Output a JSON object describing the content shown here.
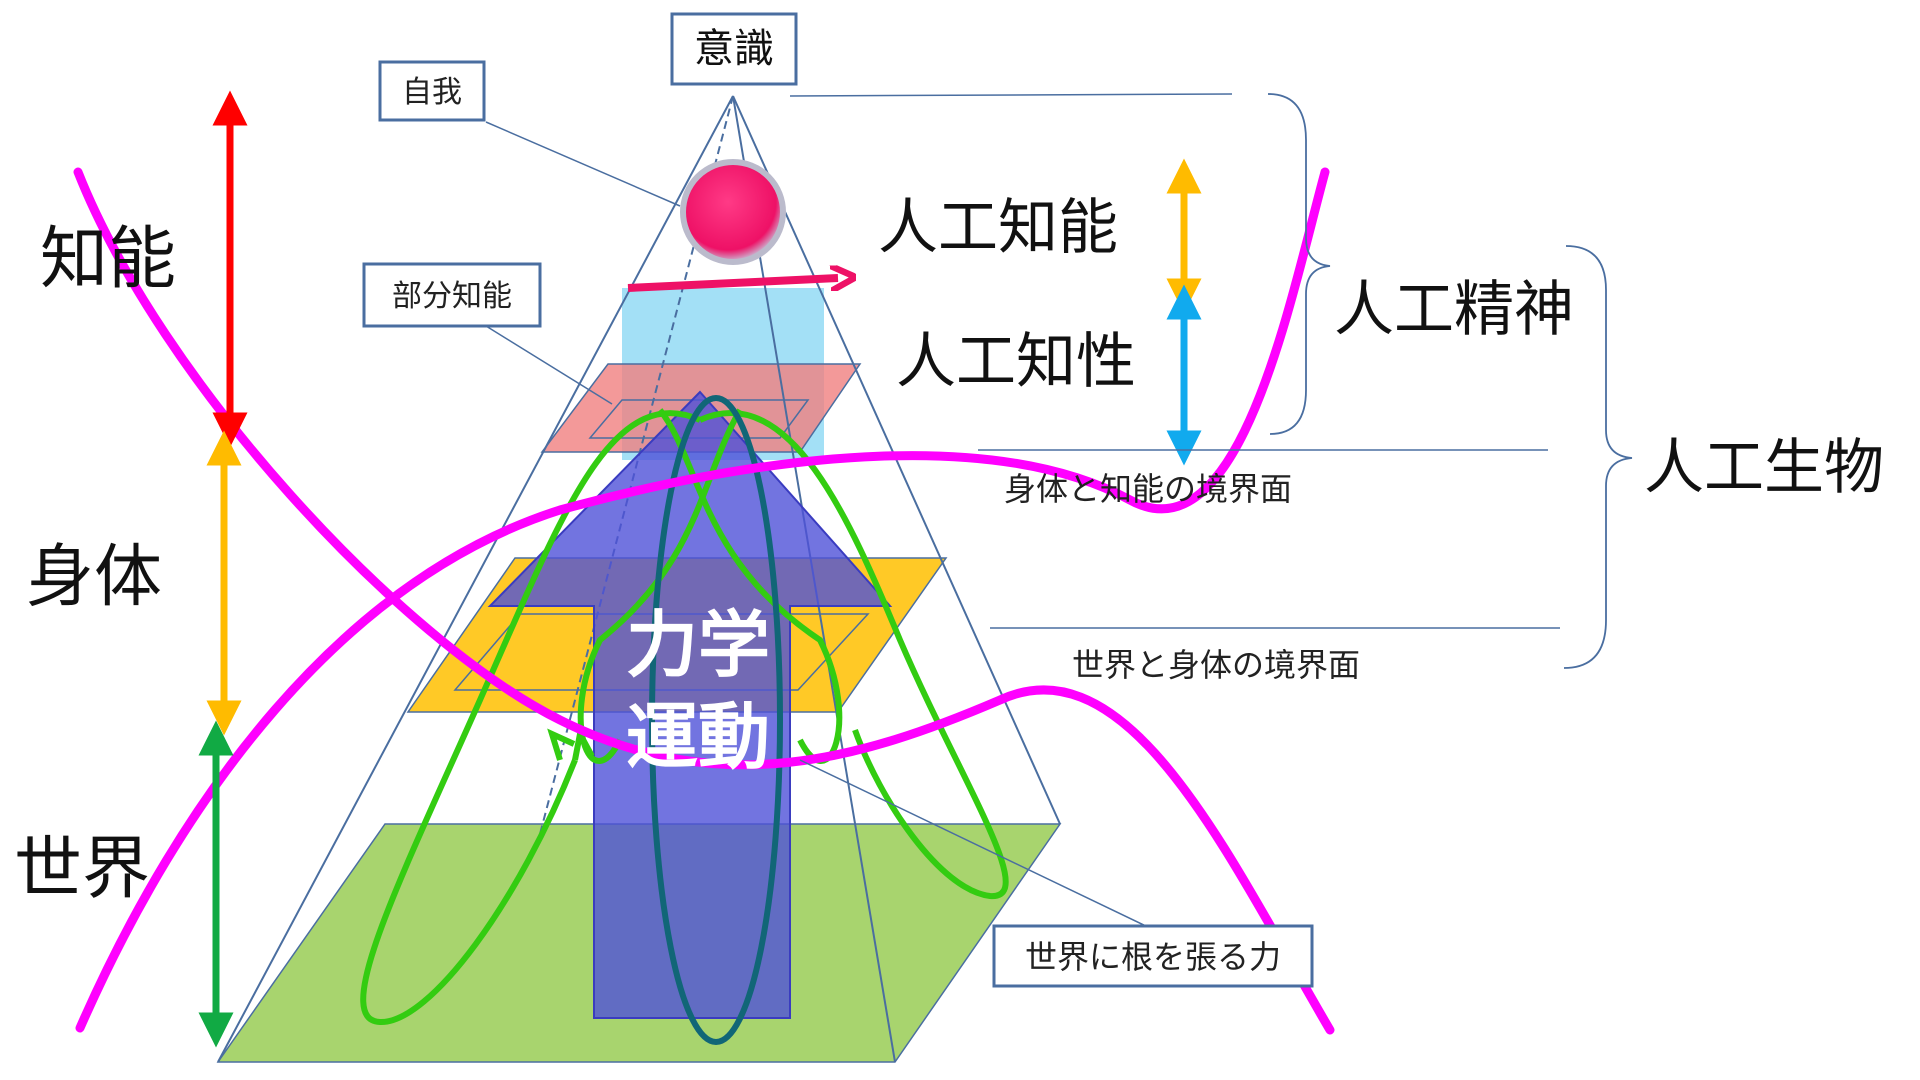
{
  "labels": {
    "top_box": "意識",
    "ego_box": "自我",
    "partial_intelligence_box": "部分知能",
    "root_force_box": "世界に根を張る力",
    "left_intelligence": "知能",
    "left_body": "身体",
    "left_world": "世界",
    "ai": "人工知能",
    "artificial_intellect": "人工知性",
    "artificial_mind": "人工精神",
    "artificial_life": "人工生物",
    "body_intelligence_interface": "身体と知能の境界面",
    "world_body_interface": "世界と身体の境界面",
    "center_line1": "力学",
    "center_line2": "運動"
  },
  "colors": {
    "magenta_curve": "#ff00ff",
    "green_loop": "#33cc11",
    "teal_loop": "#116677",
    "red_arrow": "#ff0000",
    "orange_arrow": "#ffbb00",
    "green_arrow": "#11aa44",
    "blue_arrow": "#11aaee",
    "gold_arrow": "#ffbb00",
    "pink_arrow": "#ee1166",
    "ego_ball": "#ee1166",
    "box_border": "#4a6ea0",
    "pyramid_line": "#4a6ea0",
    "world_plane": "#99cc55",
    "body_plane": "#ffc000",
    "partial_plane": "#f08080",
    "sky_rect": "#99ddf5",
    "column": "#4f51d8"
  }
}
